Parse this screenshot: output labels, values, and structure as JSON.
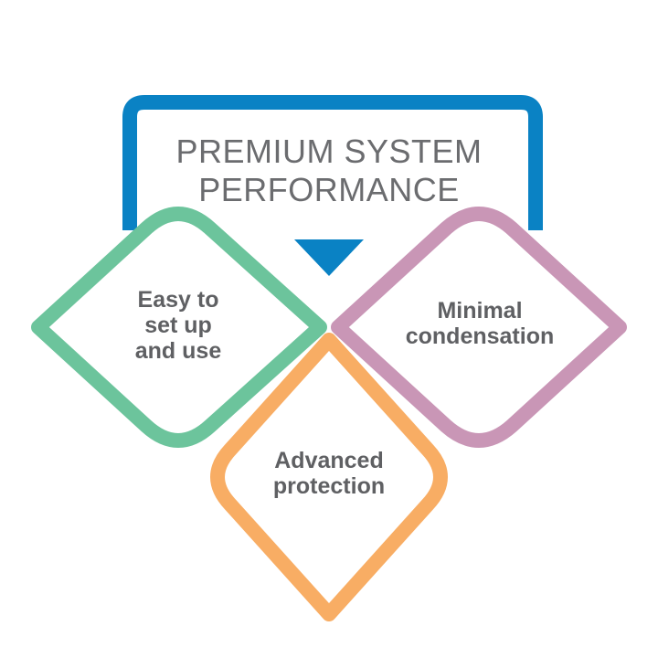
{
  "title": {
    "line1": "PREMIUM SYSTEM",
    "line2": "PERFORMANCE"
  },
  "features": [
    {
      "lines": [
        "Easy to",
        "set up",
        "and use"
      ],
      "color": "#6cc49c"
    },
    {
      "lines": [
        "Minimal",
        "condensation"
      ],
      "color": "#c996b6"
    },
    {
      "lines": [
        "Advanced",
        "protection"
      ],
      "color": "#f8ad64"
    }
  ],
  "colors": {
    "frame": "#0a82c4",
    "text": "#5f6063"
  }
}
